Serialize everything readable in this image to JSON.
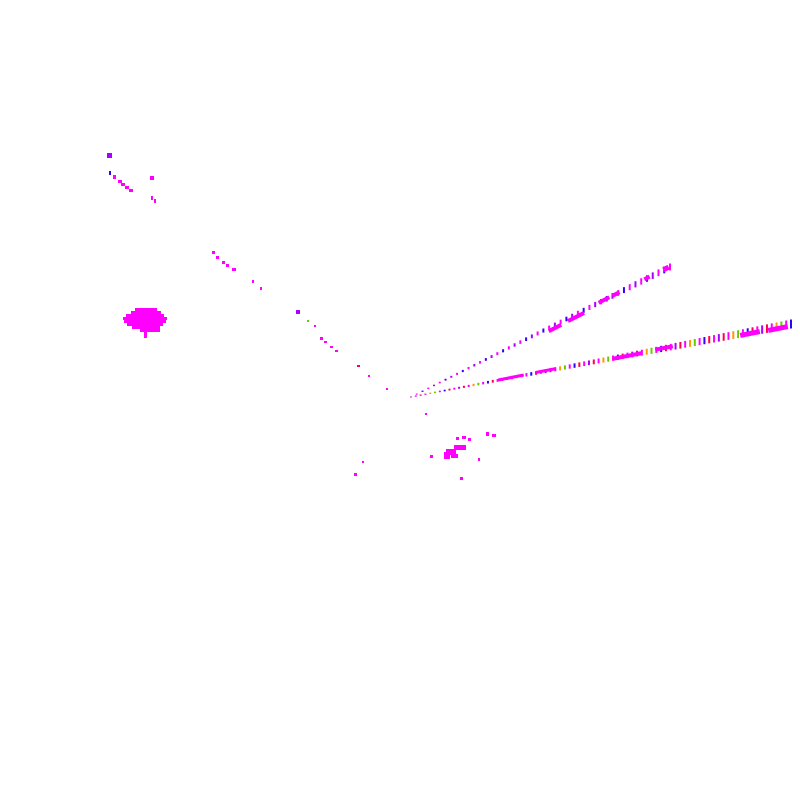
{
  "canvas": {
    "background": "#ffffff"
  },
  "palette": {
    "magenta": "#ff00ff",
    "violet": "#aa00ff",
    "blue": "#3300ff",
    "red": "#ff0044",
    "orange": "#ff9900",
    "green": "#66cc00"
  },
  "groups": [
    {
      "id": "cluster-top-left",
      "color_key": "magenta"
    },
    {
      "id": "blob-left",
      "color_key": "magenta"
    },
    {
      "id": "diagonal-trail",
      "color_key": "magenta"
    },
    {
      "id": "ray-upper-right",
      "color_key": "violet"
    },
    {
      "id": "ray-lower-right",
      "color_key": "magenta"
    },
    {
      "id": "cluster-bottom-center",
      "color_key": "magenta"
    }
  ]
}
